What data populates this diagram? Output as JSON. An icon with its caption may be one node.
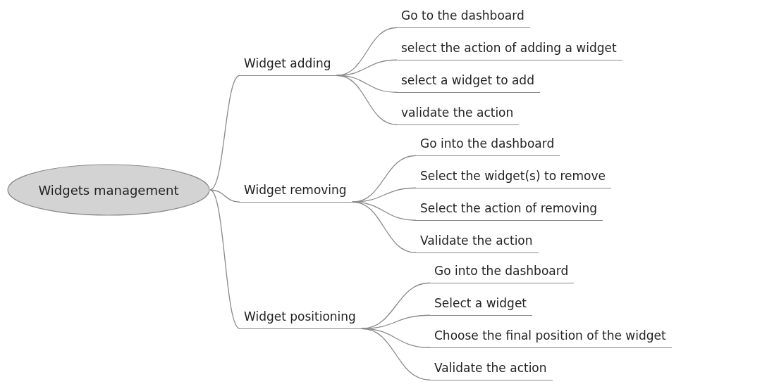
{
  "diagram": {
    "nodes": [
      {
        "text": [
          "Widgets management"
        ]
      },
      {
        "text": [
          "Widget adding"
        ]
      },
      {
        "text": [
          "Go to the dashboard"
        ]
      },
      {
        "text": [
          "select the action of adding a widget"
        ]
      },
      {
        "text": [
          "select a widget to add"
        ]
      },
      {
        "text": [
          "validate the action"
        ]
      },
      {
        "text": [
          "Widget removing"
        ]
      },
      {
        "text": [
          "Go into the dashboard"
        ]
      },
      {
        "text": [
          "Select the widget(s) to remove"
        ]
      },
      {
        "text": [
          "Select the action of removing"
        ]
      },
      {
        "text": [
          "Validate the action"
        ]
      },
      {
        "text": [
          "Widget positioning"
        ]
      },
      {
        "text": [
          "Go into the dashboard"
        ]
      },
      {
        "text": [
          "Select a widget"
        ]
      },
      {
        "text": [
          "Choose the final position of the widget"
        ]
      },
      {
        "text": [
          "Validate the action"
        ]
      }
    ],
    "edges": [
      {
        "from": 0,
        "to": 1,
        "arrow": "none"
      },
      {
        "from": 1,
        "to": 2,
        "arrow": "none"
      },
      {
        "from": 1,
        "to": 3,
        "arrow": "none"
      },
      {
        "from": 1,
        "to": 4,
        "arrow": "none"
      },
      {
        "from": 1,
        "to": 5,
        "arrow": "none"
      },
      {
        "from": 0,
        "to": 6,
        "arrow": "none"
      },
      {
        "from": 6,
        "to": 7,
        "arrow": "none"
      },
      {
        "from": 6,
        "to": 8,
        "arrow": "none"
      },
      {
        "from": 6,
        "to": 9,
        "arrow": "none"
      },
      {
        "from": 6,
        "to": 10,
        "arrow": "none"
      },
      {
        "from": 0,
        "to": 11,
        "arrow": "none"
      },
      {
        "from": 11,
        "to": 12,
        "arrow": "none"
      },
      {
        "from": 11,
        "to": 13,
        "arrow": "none"
      },
      {
        "from": 11,
        "to": 14,
        "arrow": "none"
      },
      {
        "from": 11,
        "to": 15,
        "arrow": "none"
      }
    ]
  }
}
